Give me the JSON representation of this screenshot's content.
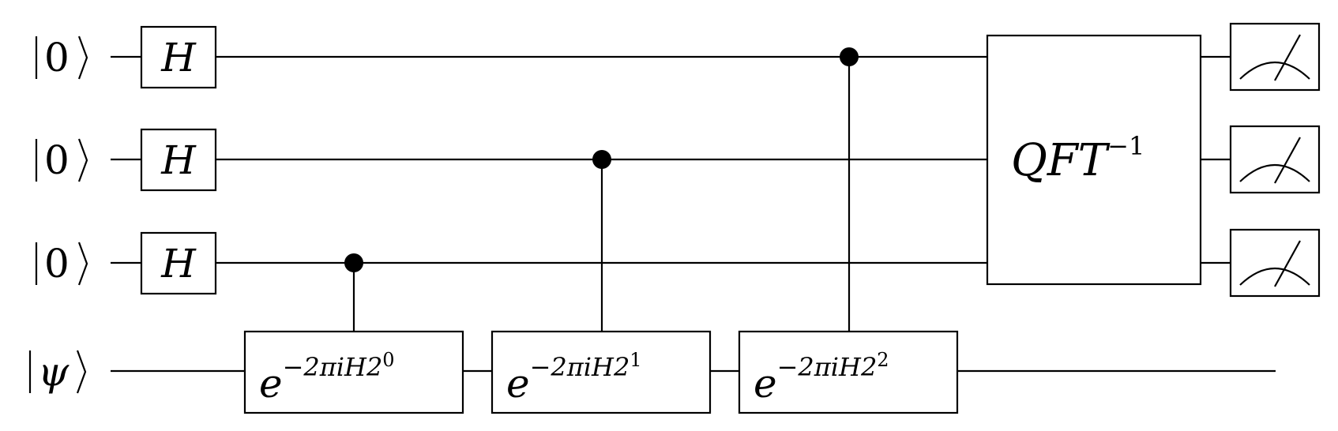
{
  "qubits": [
    {
      "state": "0"
    },
    {
      "state": "0"
    },
    {
      "state": "0"
    },
    {
      "state": "ψ"
    }
  ],
  "hadamard_label": "H",
  "controlled_unitaries": [
    {
      "base": "e",
      "exponent": "−2πiH2",
      "power": "0"
    },
    {
      "base": "e",
      "exponent": "−2πiH2",
      "power": "1"
    },
    {
      "base": "e",
      "exponent": "−2πiH2",
      "power": "2"
    }
  ],
  "qft": {
    "label": "QFT",
    "power": "−1"
  },
  "measurement_icon": "measurement-meter-icon"
}
